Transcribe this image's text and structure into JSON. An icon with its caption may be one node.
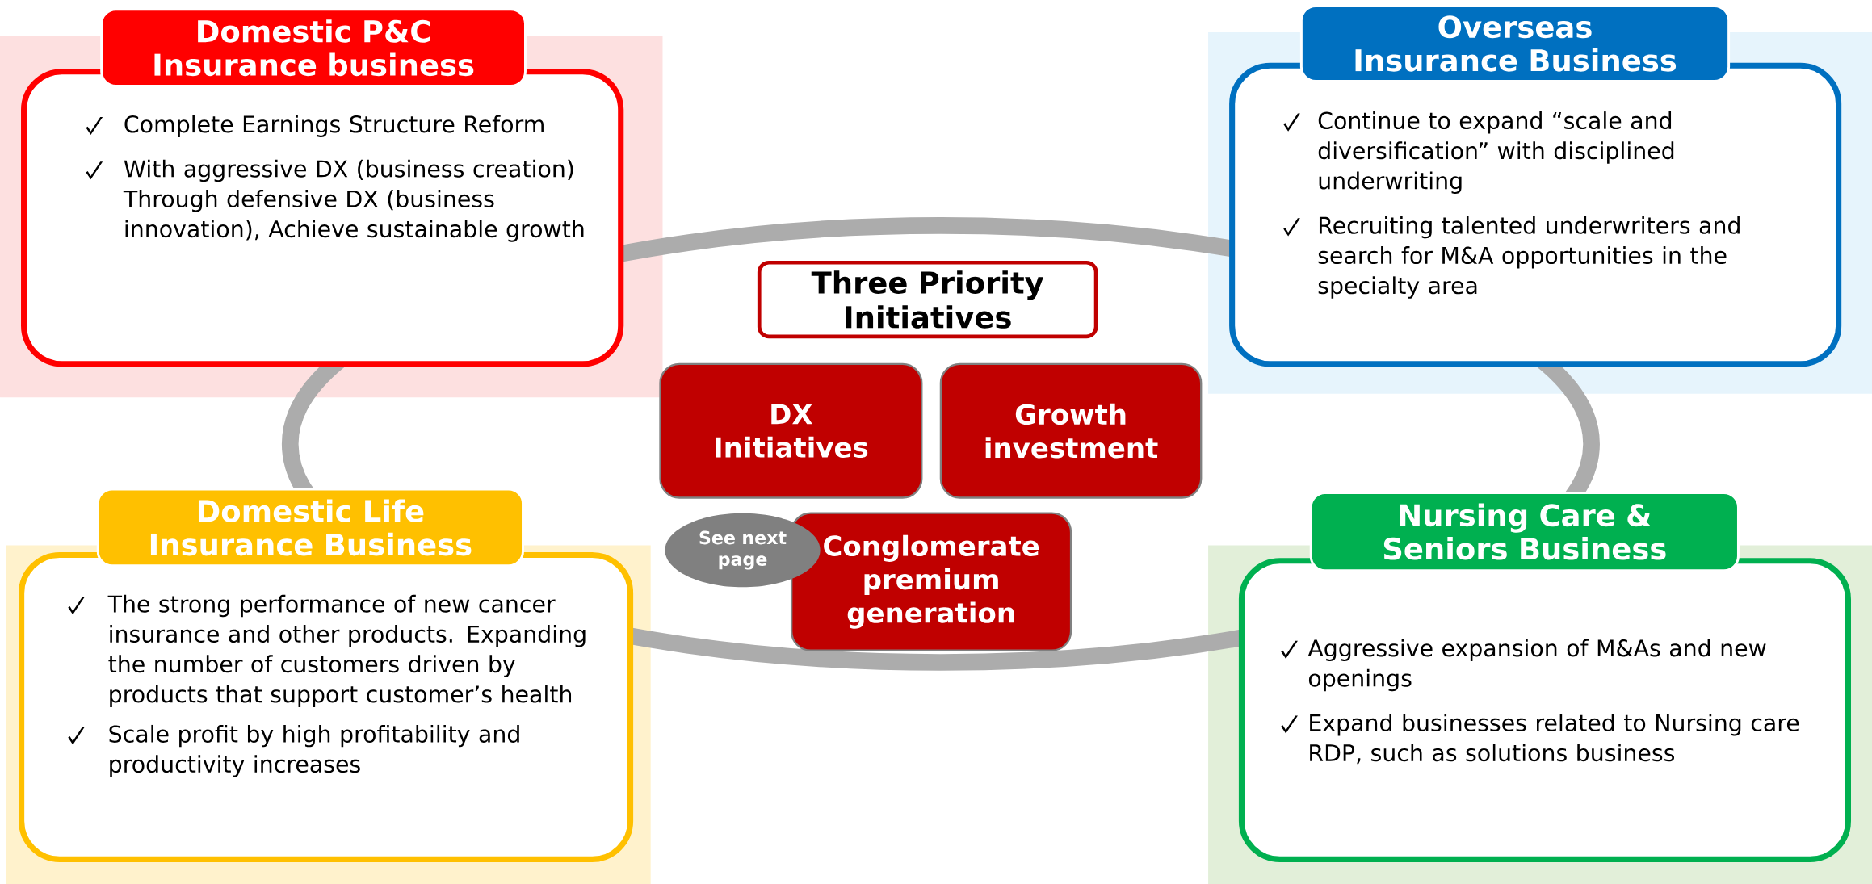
{
  "diagram": {
    "nodes": [
      {
        "text": [
          "Domestic P&C Insurance business",
          "Complete Earnings Structure Reform",
          "With aggressive DX (business creation) Through defensive DX (business innovation), Achieve sustainable growth"
        ]
      },
      {
        "text": [
          "Overseas Insurance Business",
          "Continue to expand “scale and diversification” with disciplined underwriting",
          "Recruiting talented underwriters and search for M&A opportunities in the specialty area"
        ]
      },
      {
        "text": [
          "Three Priority Initiatives"
        ]
      },
      {
        "text": [
          "DX Initiatives"
        ]
      },
      {
        "text": [
          "Growth investment"
        ]
      },
      {
        "text": [
          "Conglomerate premium generation"
        ]
      },
      {
        "text": [
          "See next page"
        ]
      },
      {
        "text": [
          "Domestic Life Insurance Business",
          "The strong performance of new cancer insurance and other products. Expanding the number of customers driven by products that support customer’s health",
          "Scale profit by high profitability and productivity increases"
        ]
      },
      {
        "text": [
          "Nursing Care & Seniors Business",
          "Aggressive expansion of M&As and new openings",
          "Expand businesses related to Nursing care RDP, such as solutions business"
        ]
      }
    ]
  }
}
